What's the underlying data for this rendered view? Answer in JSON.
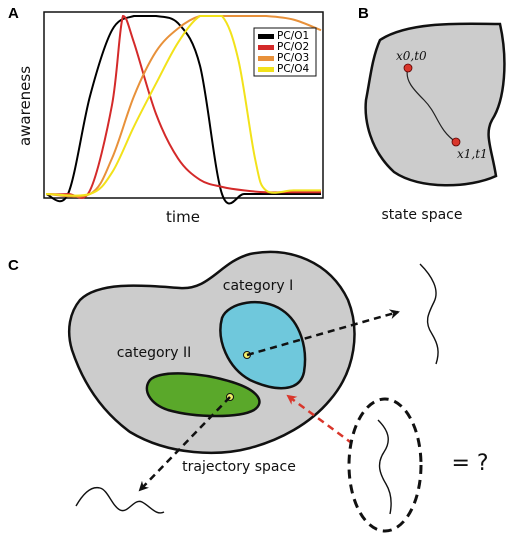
{
  "panels": {
    "a": {
      "letter": "A",
      "ylabel": "awareness",
      "xlabel": "time",
      "legend": [
        {
          "label": "PC/O1",
          "color": "#000000"
        },
        {
          "label": "PC/O2",
          "color": "#d42a2a"
        },
        {
          "label": "PC/O3",
          "color": "#e8913a"
        },
        {
          "label": "PC/O4",
          "color": "#f2e21a"
        }
      ]
    },
    "b": {
      "letter": "B",
      "start_label": "x0,t0",
      "end_label": "x1,t1",
      "caption": "state space"
    },
    "c": {
      "letter": "C",
      "category_1": "category I",
      "category_2": "category II",
      "caption": "trajectory space",
      "equation": "= ?"
    }
  },
  "colors": {
    "region_fill": "#cccccc",
    "category_1_fill": "#6fc8dc",
    "category_2_fill": "#5aa82a",
    "point_red": "#d9362b",
    "point_yellow": "#f3f06a",
    "arrow_red": "#d9362b"
  },
  "chart_data": {
    "type": "line",
    "xlabel": "time",
    "ylabel": "awareness",
    "series": [
      {
        "name": "PC/O1",
        "color": "#000000",
        "x": [
          0.0,
          0.08,
          0.16,
          0.24,
          0.32,
          0.4,
          0.48,
          0.56,
          0.64,
          0.72,
          0.8,
          0.9,
          1.0
        ],
        "y": [
          0.0,
          0.0,
          0.55,
          0.92,
          1.0,
          1.0,
          0.96,
          0.72,
          0.0,
          0.0,
          0.0,
          0.0,
          0.0
        ]
      },
      {
        "name": "PC/O2",
        "color": "#d42a2a",
        "x": [
          0.0,
          0.08,
          0.16,
          0.24,
          0.28,
          0.32,
          0.4,
          0.48,
          0.56,
          0.64,
          0.72,
          0.8,
          0.9,
          1.0
        ],
        "y": [
          0.0,
          0.0,
          0.02,
          0.5,
          1.0,
          0.85,
          0.45,
          0.2,
          0.08,
          0.04,
          0.02,
          0.01,
          0.01,
          0.01
        ]
      },
      {
        "name": "PC/O3",
        "color": "#e8913a",
        "x": [
          0.0,
          0.16,
          0.24,
          0.32,
          0.4,
          0.48,
          0.56,
          0.64,
          0.72,
          0.8,
          0.9,
          1.0
        ],
        "y": [
          0.0,
          0.0,
          0.2,
          0.55,
          0.8,
          0.93,
          1.0,
          1.0,
          1.0,
          1.0,
          0.98,
          0.92
        ]
      },
      {
        "name": "PC/O4",
        "color": "#f2e21a",
        "x": [
          0.0,
          0.16,
          0.24,
          0.32,
          0.4,
          0.48,
          0.56,
          0.64,
          0.7,
          0.76,
          0.8,
          0.9,
          1.0
        ],
        "y": [
          0.0,
          0.0,
          0.12,
          0.38,
          0.62,
          0.85,
          1.0,
          1.0,
          0.75,
          0.2,
          0.02,
          0.02,
          0.02
        ]
      }
    ],
    "xlim": [
      0,
      1
    ],
    "ylim": [
      0,
      1
    ],
    "grid": false,
    "legend_position": "top-right"
  }
}
